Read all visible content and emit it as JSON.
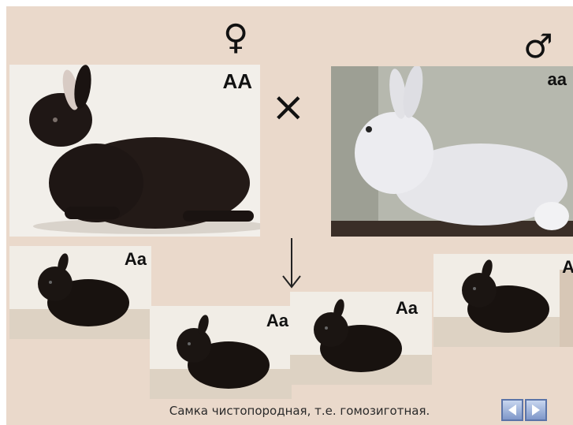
{
  "parents": {
    "female": {
      "symbol": "♀",
      "genotype": "AA"
    },
    "male": {
      "symbol": "♂",
      "genotype": "aa"
    },
    "cross_symbol": "×"
  },
  "offspring": [
    {
      "genotype": "Aa"
    },
    {
      "genotype": "Aa"
    },
    {
      "genotype": "Aa"
    },
    {
      "genotype": "A"
    }
  ],
  "caption": "Самка чистопородная, т.е. гомозиготная.",
  "navigation": {
    "prev_icon": "arrow-left-icon",
    "next_icon": "arrow-right-icon"
  },
  "colors": {
    "background": "#ead9cb",
    "nav_button": "#7f97c9"
  }
}
